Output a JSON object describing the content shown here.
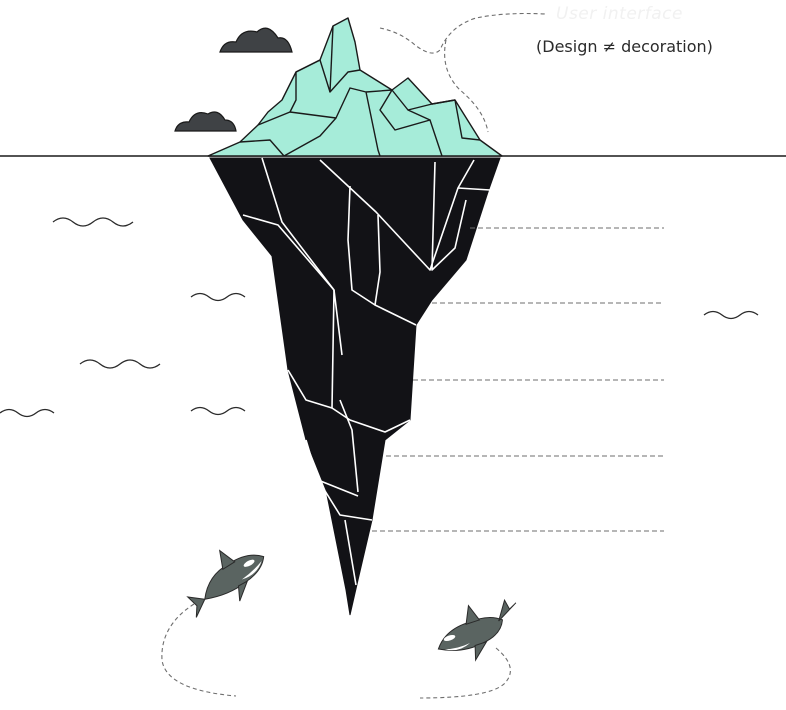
{
  "labels": {
    "tip_title": "User interface",
    "tip_subtitle": "(Design ≠ decoration)"
  },
  "colors": {
    "ice_top": "#a6ecd9",
    "ice_bottom": "#121216",
    "outline": "#1a1a1a",
    "cloud": "#3f4245",
    "whale": "#5a6461",
    "dashed": "#6e6e6e"
  },
  "icons": [
    "cloud-icon",
    "wave-icon",
    "orca-icon"
  ],
  "levels": {
    "below_surface_count": 5
  }
}
